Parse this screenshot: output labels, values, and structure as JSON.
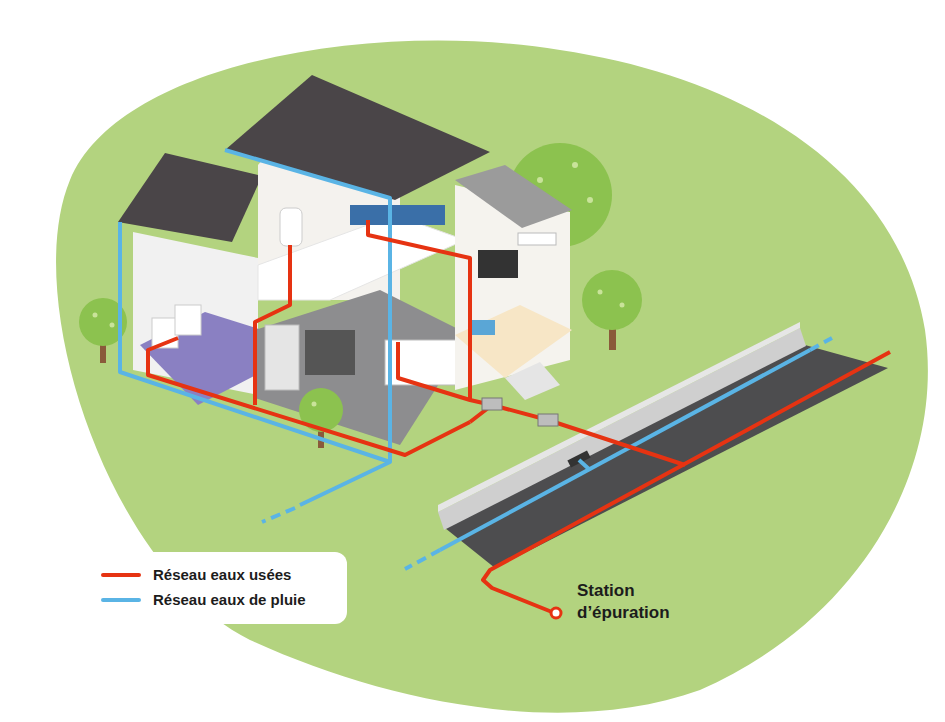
{
  "diagram": {
    "labels": [
      "Station d’épuration"
    ],
    "legend": [
      {
        "text": "Réseau eaux usées",
        "color": "#e63312"
      },
      {
        "text": "Réseau eaux de pluie",
        "color": "#5ab4e5"
      }
    ]
  }
}
